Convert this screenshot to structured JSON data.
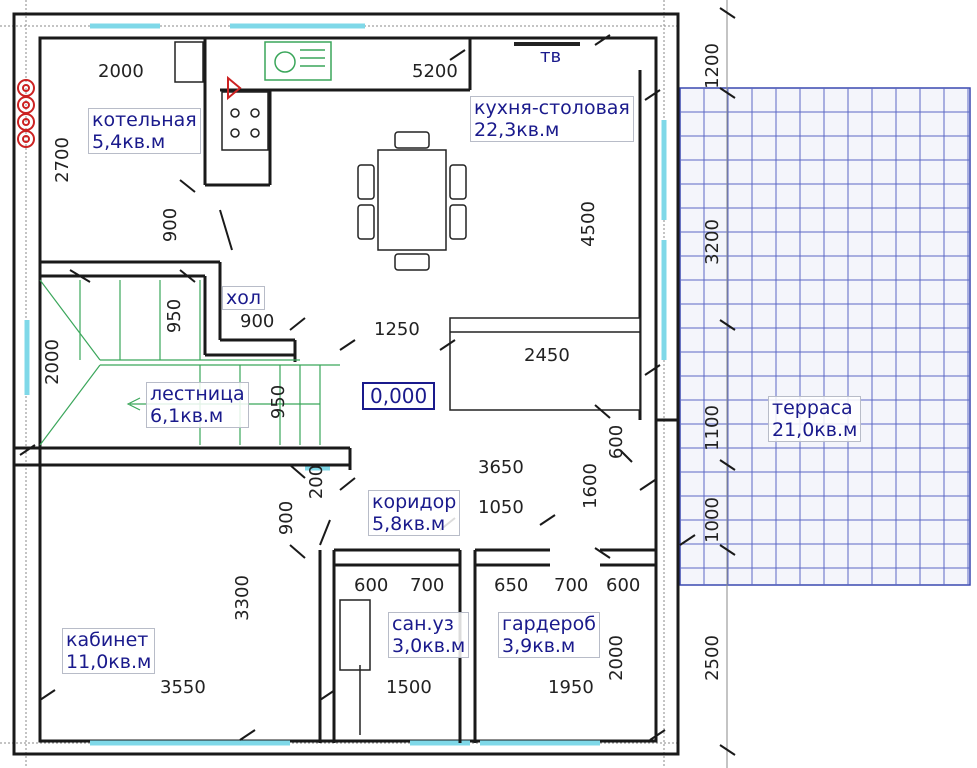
{
  "rooms": {
    "boiler": {
      "name": "котельная",
      "area": "5,4кв.м"
    },
    "kitchen": {
      "name": "кухня-столовая",
      "area": "22,3кв.м"
    },
    "hall": {
      "name": "хол"
    },
    "stairs": {
      "name": "лестница",
      "area": "6,1кв.м"
    },
    "terrace": {
      "name": "терраса",
      "area": "21,0кв.м"
    },
    "corridor": {
      "name": "коридор",
      "area": "5,8кв.м"
    },
    "bathroom": {
      "name": "сан.уз",
      "area": "3,0кв.м"
    },
    "wardrobe": {
      "name": "гардероб",
      "area": "3,9кв.м"
    },
    "office": {
      "name": "кабинет",
      "area": "11,0кв.м"
    }
  },
  "tv_label": "тв",
  "level_mark": "0,000",
  "dimensions": {
    "d2000_top": "2000",
    "d5200": "5200",
    "d2700": "2700",
    "d900_boiler": "900",
    "d900_hall": "900",
    "d950_a": "950",
    "d950_b": "950",
    "d2000_left": "2000",
    "d1250": "1250",
    "d2450": "2450",
    "d4500": "4500",
    "d1200": "1200",
    "d3200": "3200",
    "d1100": "1100",
    "d1000": "1000",
    "d2500": "2500",
    "d600_right": "600",
    "d3650": "3650",
    "d1600": "1600",
    "d200": "200",
    "d1050": "1050",
    "d900_office": "900",
    "d3300": "3300",
    "d3550": "3550",
    "d600_a": "600",
    "d700_a": "700",
    "d650": "650",
    "d700_b": "700",
    "d600_b": "600",
    "d2000_wardrobe": "2000",
    "d1500": "1500",
    "d1950": "1950"
  },
  "colors": {
    "wall": "#1a1a1a",
    "window": "#7fd8e8",
    "text": "#1a1a8c",
    "stairs": "#3aa65a",
    "terrace_tile": "#3a48b0",
    "alert": "#cc2222",
    "grid": "#8a8a8a"
  }
}
